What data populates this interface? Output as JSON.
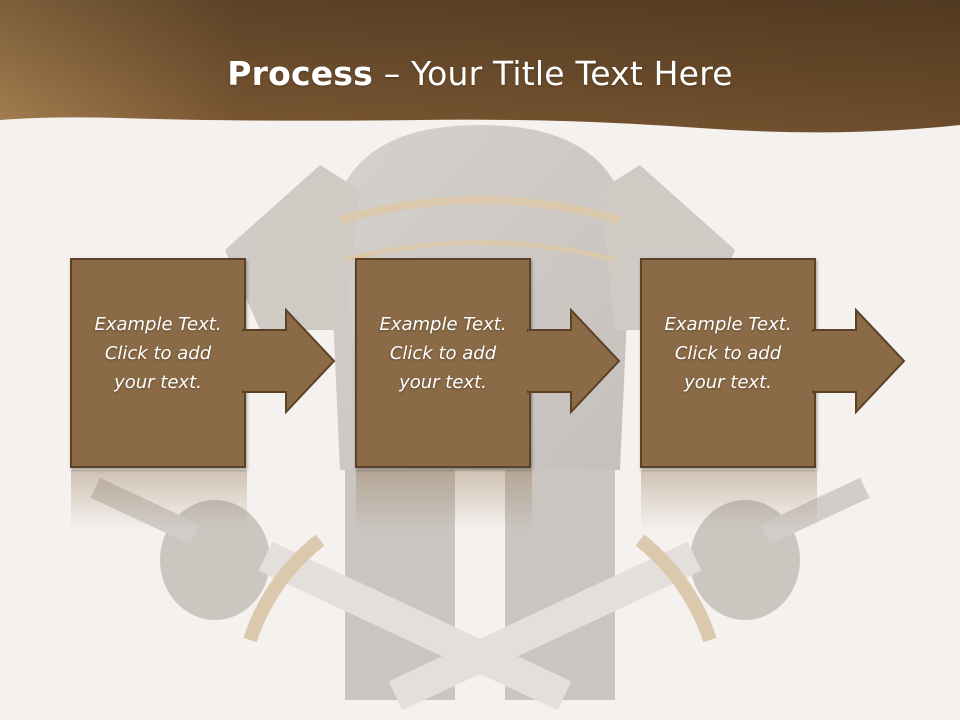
{
  "title": {
    "bold": "Process",
    "dash": " – ",
    "rest": "Your Title Text Here"
  },
  "steps": [
    {
      "text": "Example Text.\nClick  to add\nyour text."
    },
    {
      "text": "Example Text.\nClick  to add\nyour text."
    },
    {
      "text": "Example Text.\nClick  to add\nyour text."
    }
  ],
  "colors": {
    "title_band_dark": "#5f4323",
    "title_band_light": "#a67f4f",
    "box_fill": "#8b6b47",
    "box_border": "#5c4127",
    "background": "#f4f1ee"
  },
  "icons": {
    "background_art": "knight-armor-illustration",
    "step_arrow": "right-arrow-icon"
  }
}
